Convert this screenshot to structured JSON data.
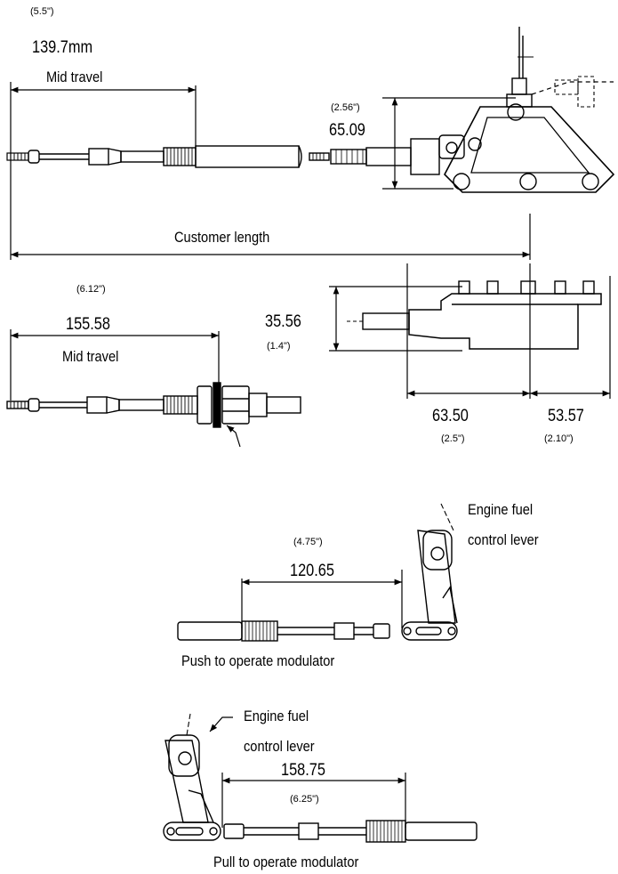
{
  "top": {
    "travel_in": "(5.5\")",
    "travel_mm": "139.7mm",
    "mid_travel": "Mid travel",
    "height_in": "(2.56\")",
    "height_mm": "65.09",
    "customer_length": "Customer length"
  },
  "middle": {
    "travel_in": "(6.12\")",
    "travel_mm": "155.58",
    "mid_travel": "Mid travel",
    "height_mm": "35.56",
    "height_in": "(1.4\")",
    "width1_mm": "63.50",
    "width1_in": "(2.5\")",
    "width2_mm": "53.57",
    "width2_in": "(2.10\")"
  },
  "push": {
    "lever_line1": "Engine fuel",
    "lever_line2": "control lever",
    "dim_in": "(4.75\")",
    "dim_mm": "120.65",
    "caption": "Push to operate modulator"
  },
  "pull": {
    "lever_line1": "Engine fuel",
    "lever_line2": "control lever",
    "dim_mm": "158.75",
    "dim_in": "(6.25\")",
    "caption": "Pull to operate modulator"
  }
}
